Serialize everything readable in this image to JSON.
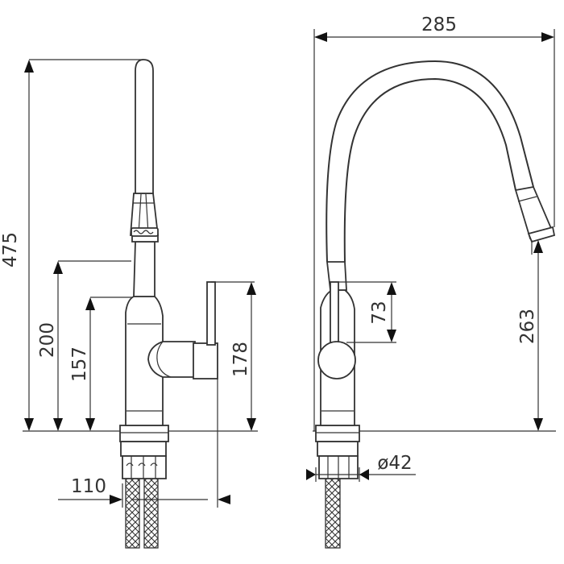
{
  "dimensions": {
    "height_total": "475",
    "height_outlet": "200",
    "height_body": "157",
    "height_handle": "178",
    "reach": "110",
    "width_spout": "285",
    "handle_offset": "73",
    "spout_height": "263",
    "diameter": "ø42"
  },
  "colors": {
    "stroke": "#333333",
    "arrow": "#111111",
    "background": "#ffffff"
  }
}
